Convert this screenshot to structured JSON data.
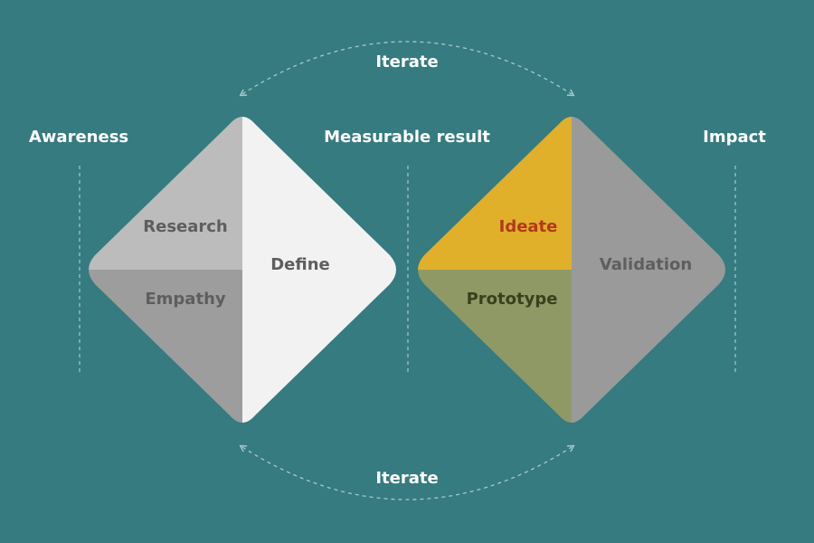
{
  "diagram": {
    "labels": {
      "iterate_top": "Iterate",
      "iterate_bottom": "Iterate",
      "awareness": "Awareness",
      "measurable_result": "Measurable result",
      "impact": "Impact"
    },
    "left_diamond": {
      "research": "Research",
      "empathy": "Empathy",
      "define": "Define"
    },
    "right_diamond": {
      "ideate": "Ideate",
      "prototype": "Prototype",
      "validation": "Validation"
    },
    "colors": {
      "background": "#357b80",
      "research": "#bcbcbc",
      "empathy": "#9d9d9d",
      "define": "#f2f2f2",
      "ideate": "#e0b02a",
      "prototype": "#8f9966",
      "validation": "#9a9a9a",
      "text_gray": "#5e5e5e",
      "text_ideate": "#b23a1a",
      "text_prototype": "#3a3f1c",
      "line": "#a9c9cb"
    }
  }
}
